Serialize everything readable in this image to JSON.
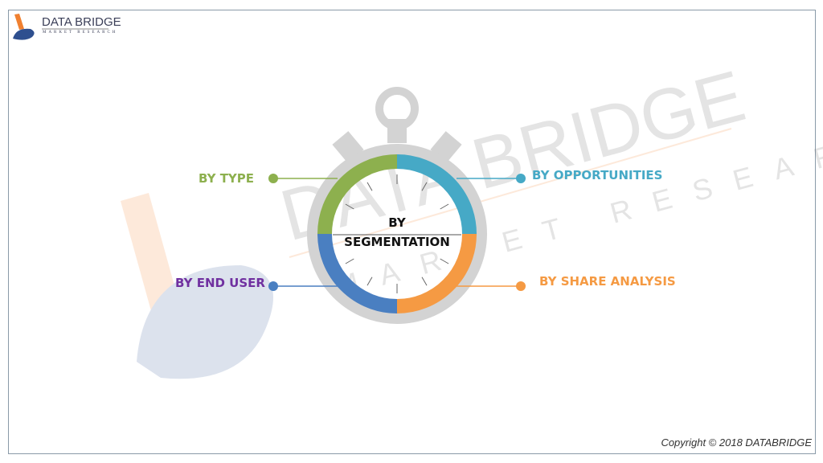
{
  "logo": {
    "title": "DATA BRIDGE",
    "subtitle": "MARKET RESEARCH"
  },
  "watermark": {
    "title": "DATA BRIDGE",
    "subtitle": "MARKET RESEARCH"
  },
  "center": {
    "line1": "BY",
    "line2": "SEGMENTATION"
  },
  "segments": [
    {
      "label": "BY TYPE",
      "color": "#8db04e"
    },
    {
      "label": "BY OPPORTUNITIES",
      "color": "#46a9c6"
    },
    {
      "label": "BY SHARE ANALYSIS",
      "color": "#f59a43"
    },
    {
      "label": "BY END USER",
      "color": "#7030a0",
      "ring_color": "#4a7fc1"
    }
  ],
  "copyright": "Copyright © 2018 DATABRIDGE"
}
